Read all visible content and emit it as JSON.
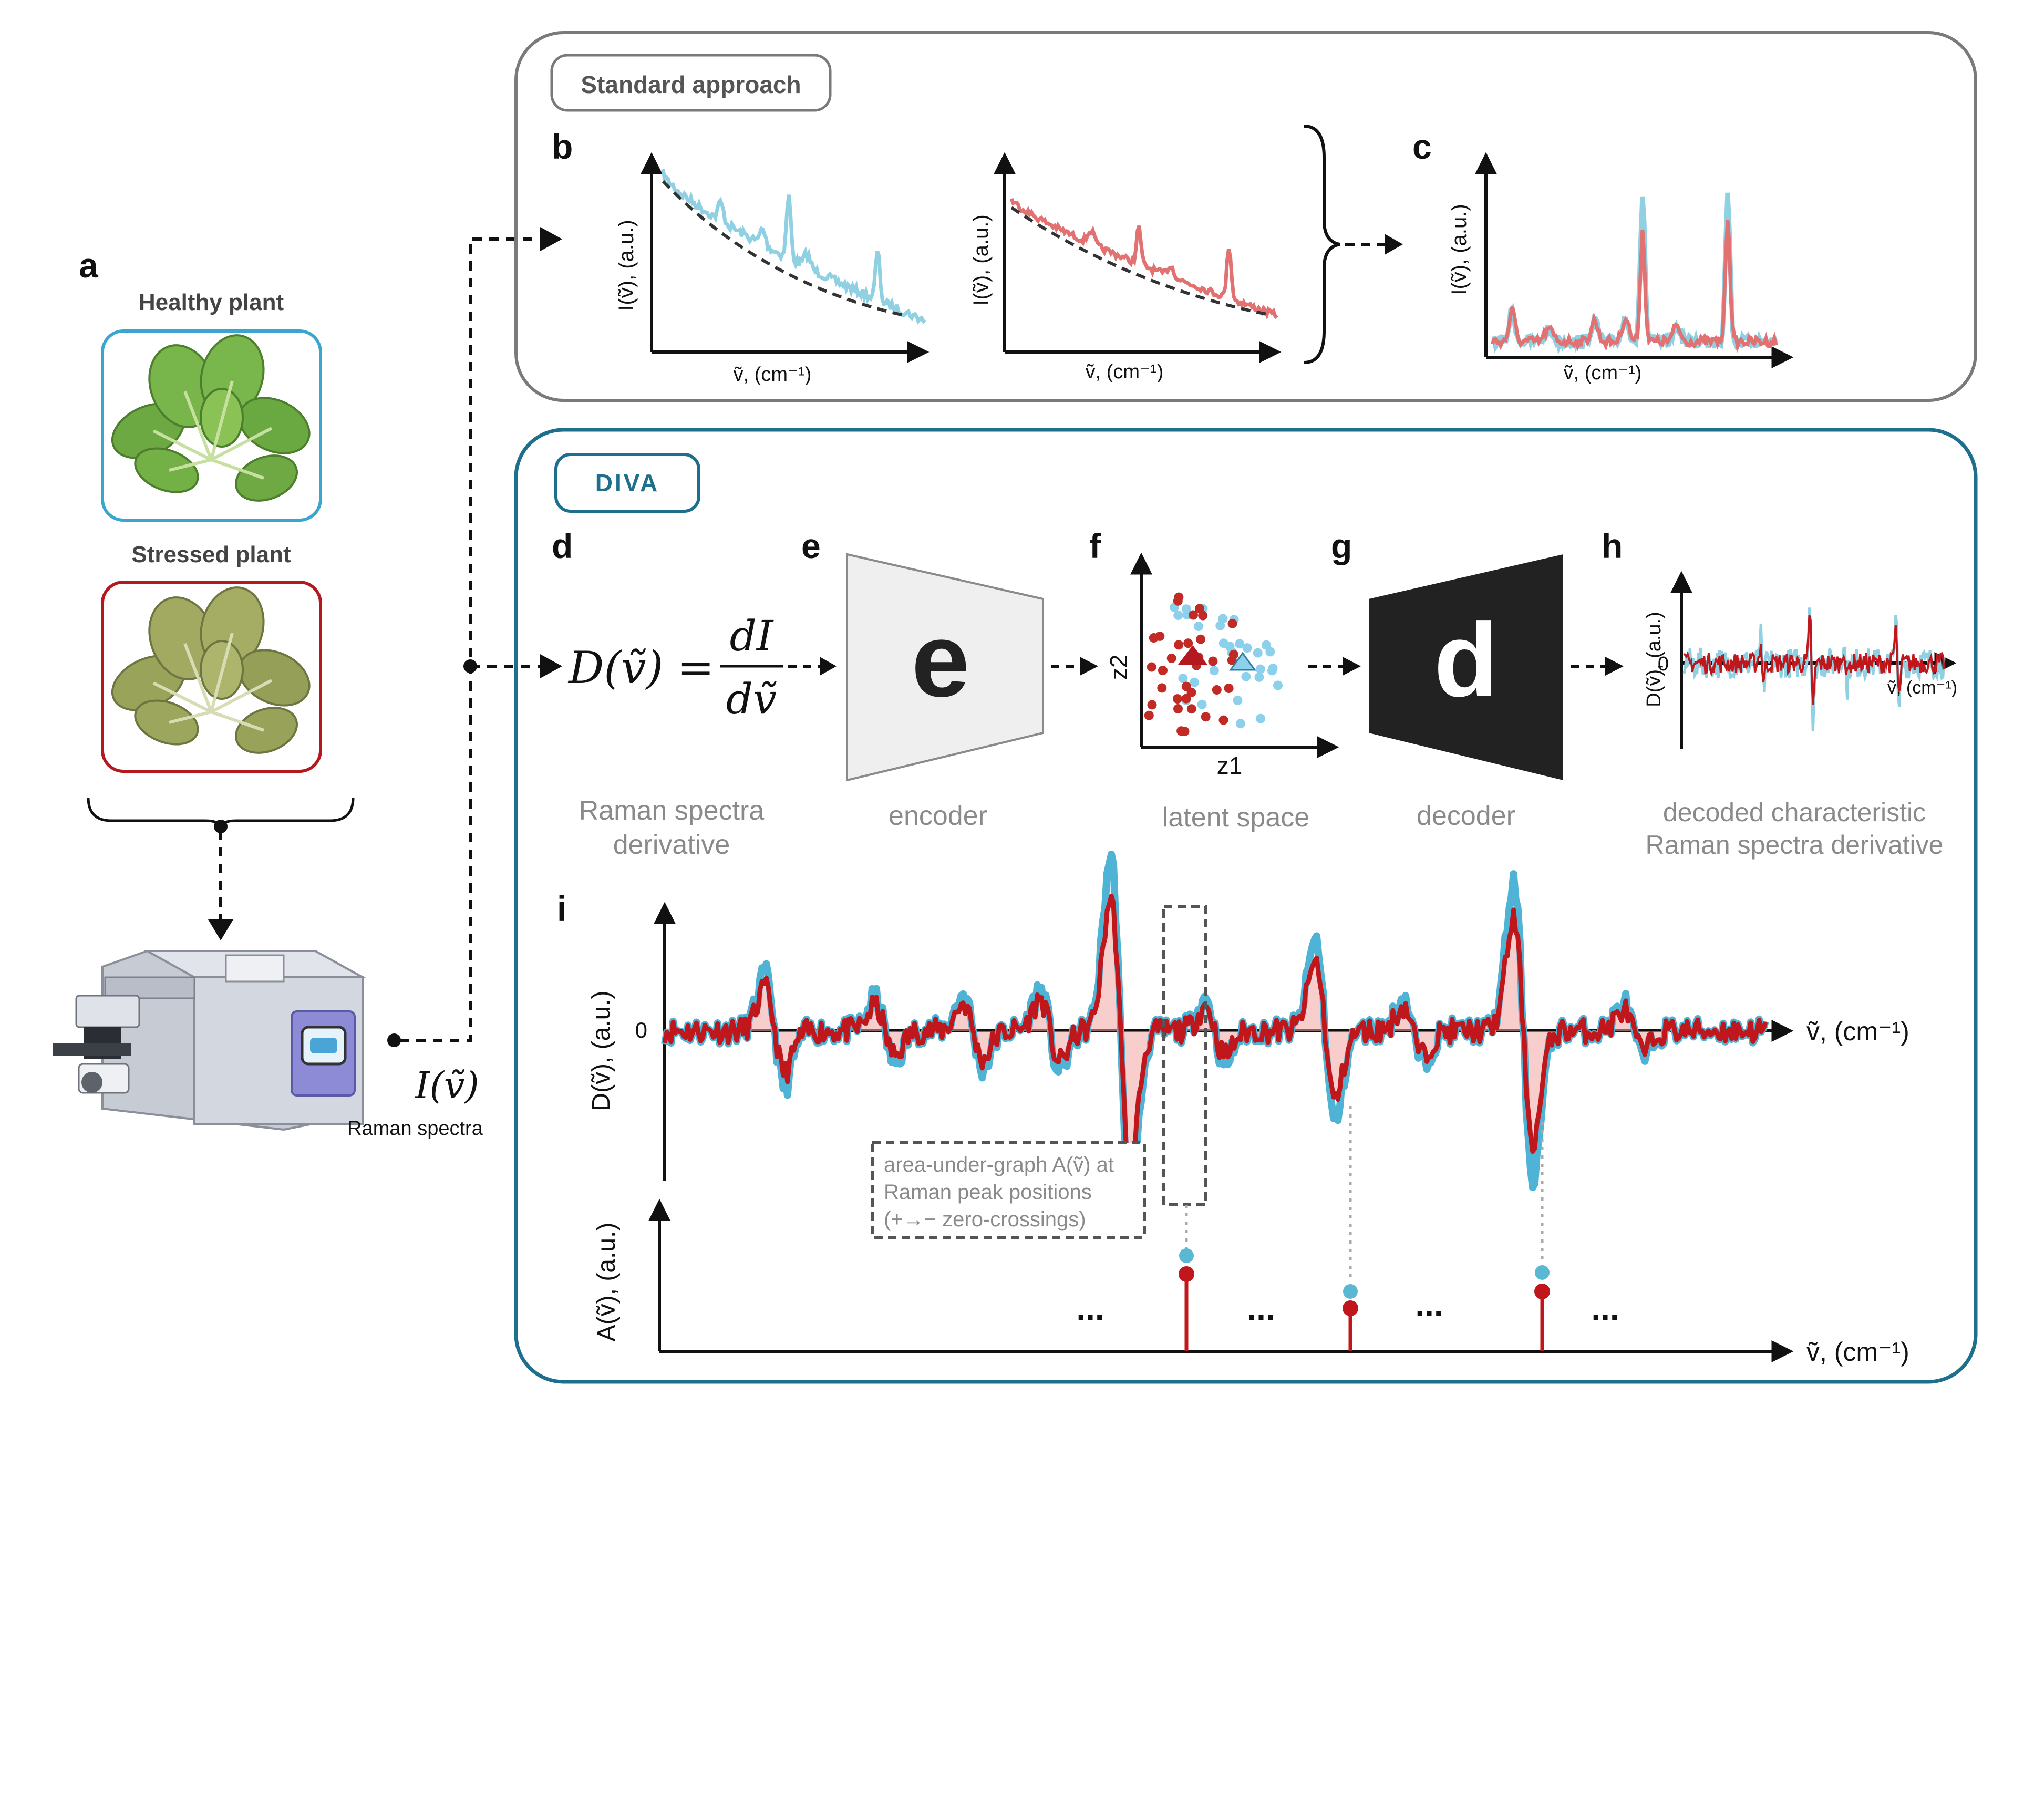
{
  "panels": {
    "a": "a",
    "b": "b",
    "c": "c",
    "d": "d",
    "e": "e",
    "f": "f",
    "g": "g",
    "h": "h",
    "i": "i"
  },
  "plants": {
    "healthy": "Healthy plant",
    "stressed": "Stressed plant"
  },
  "instrument": {
    "signal": "I(ṽ)",
    "caption": "Raman spectra"
  },
  "standard": {
    "title": "Standard approach"
  },
  "diva": {
    "title": "DIVA",
    "equation_lhs": "D(ṽ) =",
    "equation_num": "dI",
    "equation_den": "dṽ",
    "encoder_glyph": "e",
    "decoder_glyph": "d",
    "captions": {
      "derivative_1": "Raman spectra",
      "derivative_2": "derivative",
      "encoder": "encoder",
      "latent": "latent space",
      "decoder": "decoder",
      "decoded_1": "decoded characteristic",
      "decoded_2": "Raman spectra derivative"
    },
    "latent_x": "z1",
    "latent_y": "z2",
    "area_note": [
      "area-under-graph A(ṽ) at",
      "Raman peak positions",
      "(+→− zero-crossings)"
    ],
    "ellipsis": "..."
  },
  "axes": {
    "intensity": "I(ṽ), (a.u.)",
    "wavenumber_small": "ṽ, (cm⁻¹)",
    "wavenumber": "ṽ, (cm⁻¹)",
    "derivative": "D(ṽ), (a.u.)",
    "area": "A(ṽ), (a.u.)",
    "zero": "0"
  },
  "colors": {
    "healthy": "#5ab8d3",
    "stressed": "#c0171c",
    "diva_border": "#1e6f8e",
    "standard_border": "#7a7a7a"
  }
}
